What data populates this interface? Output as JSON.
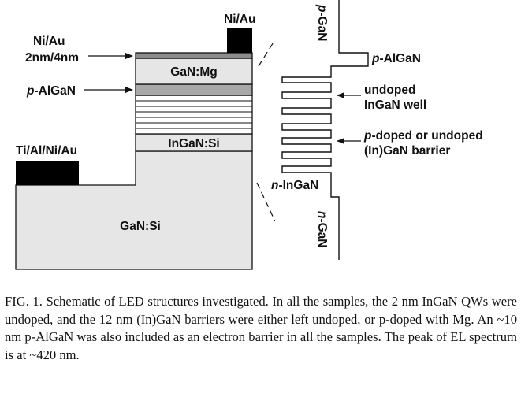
{
  "labels": {
    "ni_au_top": "Ni/Au",
    "ni_au_thin_line1": "Ni/Au",
    "ni_au_thin_line2": "2nm/4nm",
    "gan_mg": "GaN:Mg",
    "p_algan_left_prefix": "p",
    "p_algan_left_rest": "-AlGaN",
    "ingan_si": "InGaN:Si",
    "ti_contact": "Ti/Al/Ni/Au",
    "gan_si": "GaN:Si"
  },
  "band": {
    "p_gan_prefix": "p",
    "p_gan_rest": "-GaN",
    "p_algan_prefix": "p",
    "p_algan_rest": "-AlGaN",
    "well_line1": "undoped",
    "well_line2": "InGaN well",
    "barrier_line1_prefix": "p",
    "barrier_line1_rest": "-doped or undoped",
    "barrier_line2": "(In)GaN barrier",
    "n_ingan_prefix": "n",
    "n_ingan_rest": "-InGaN",
    "n_gan_prefix": "n",
    "n_gan_rest": "-GaN"
  },
  "caption": {
    "text": "FIG. 1. Schematic of LED structures investigated. In all the samples, the 2 nm InGaN QWs were undoped, and the 12 nm (In)GaN barriers were either left undoped, or p-doped with Mg. An ~10 nm p-AlGaN was also included as an electron barrier in all the samples. The peak of EL spectrum is at ~420 nm."
  },
  "colors": {
    "layer_fill": "#e6e6e6",
    "algan_fill": "#a8a8a8",
    "thin_metal_fill": "#8c8c8c",
    "contact_fill": "#000000",
    "line": "#111111"
  }
}
